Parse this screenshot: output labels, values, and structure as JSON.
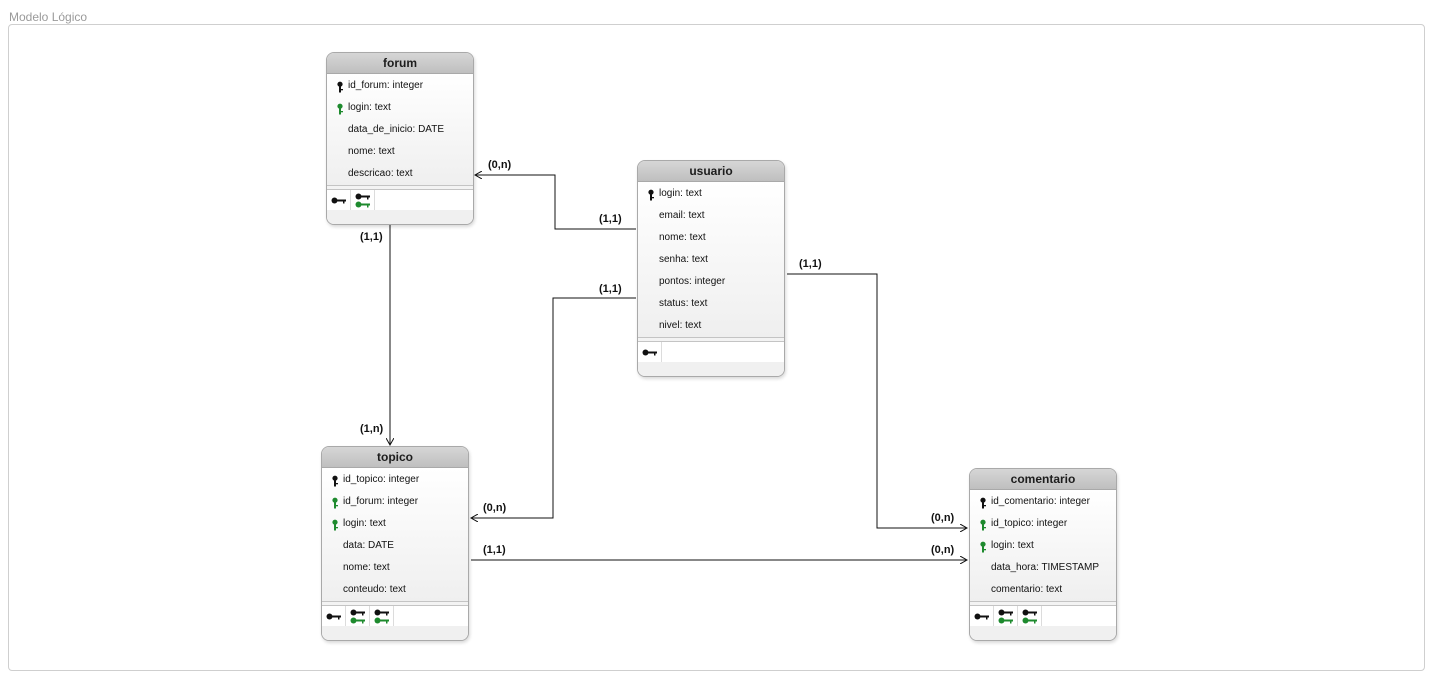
{
  "title": "Modelo Lógico",
  "entities": {
    "forum": {
      "name": "forum",
      "attrs": [
        {
          "key": "pk",
          "name": "id_forum",
          "type": "integer"
        },
        {
          "key": "fk",
          "name": "login",
          "type": "text"
        },
        {
          "key": "",
          "name": "data_de_inicio",
          "type": "DATE"
        },
        {
          "key": "",
          "name": "nome",
          "type": "text"
        },
        {
          "key": "",
          "name": "descricao",
          "type": "text"
        }
      ]
    },
    "usuario": {
      "name": "usuario",
      "attrs": [
        {
          "key": "pk",
          "name": "login",
          "type": "text"
        },
        {
          "key": "",
          "name": "email",
          "type": "text"
        },
        {
          "key": "",
          "name": "nome",
          "type": "text"
        },
        {
          "key": "",
          "name": "senha",
          "type": "text"
        },
        {
          "key": "",
          "name": "pontos",
          "type": "integer"
        },
        {
          "key": "",
          "name": "status",
          "type": "text"
        },
        {
          "key": "",
          "name": "nivel",
          "type": "text"
        }
      ]
    },
    "topico": {
      "name": "topico",
      "attrs": [
        {
          "key": "pk",
          "name": "id_topico",
          "type": "integer"
        },
        {
          "key": "fk",
          "name": "id_forum",
          "type": "integer"
        },
        {
          "key": "fk",
          "name": "login",
          "type": "text"
        },
        {
          "key": "",
          "name": "data",
          "type": "DATE"
        },
        {
          "key": "",
          "name": "nome",
          "type": "text"
        },
        {
          "key": "",
          "name": "conteudo",
          "type": "text"
        }
      ]
    },
    "comentario": {
      "name": "comentario",
      "attrs": [
        {
          "key": "pk",
          "name": "id_comentario",
          "type": "integer"
        },
        {
          "key": "fk",
          "name": "id_topico",
          "type": "integer"
        },
        {
          "key": "fk",
          "name": "login",
          "type": "text"
        },
        {
          "key": "",
          "name": "data_hora",
          "type": "TIMESTAMP"
        },
        {
          "key": "",
          "name": "comentario",
          "type": "text"
        }
      ]
    }
  },
  "relationships": [
    {
      "from": "usuario",
      "to": "forum",
      "card_from": "(1,1)",
      "card_to": "(0,n)"
    },
    {
      "from": "forum",
      "to": "topico",
      "card_from": "(1,1)",
      "card_to": "(1,n)"
    },
    {
      "from": "usuario",
      "to": "topico",
      "card_from": "(1,1)",
      "card_to": "(0,n)"
    },
    {
      "from": "usuario",
      "to": "comentario",
      "card_from": "(1,1)",
      "card_to": "(0,n)"
    },
    {
      "from": "topico",
      "to": "comentario",
      "card_from": "(1,1)",
      "card_to": "(0,n)"
    }
  ],
  "colors": {
    "pk_key": "#111111",
    "fk_key": "#1e8a2e",
    "line": "#111111",
    "header": "#c6c6c6"
  }
}
